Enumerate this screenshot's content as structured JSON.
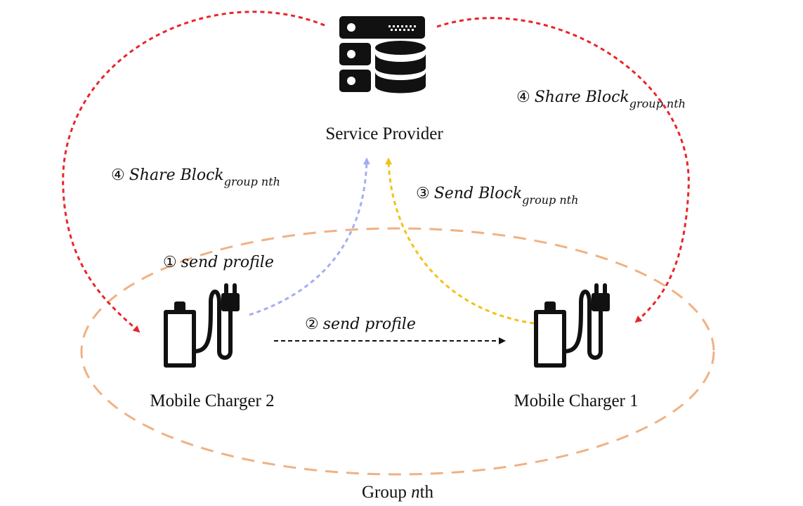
{
  "nodes": {
    "service_provider": {
      "label": "Service Provider",
      "icon": "server-database-icon"
    },
    "mobile_charger_2": {
      "label": "Mobile Charger 2",
      "icon": "mobile-charger-icon"
    },
    "mobile_charger_1": {
      "label": "Mobile Charger 1",
      "icon": "mobile-charger-icon"
    }
  },
  "group": {
    "label_prefix": "Group ",
    "label_italic": "n",
    "label_suffix": "th"
  },
  "steps": {
    "step1": {
      "marker": "①",
      "text": "send profile"
    },
    "step2": {
      "marker": "②",
      "text": "send profile"
    },
    "step3": {
      "marker": "③",
      "text": "Send Block",
      "subscript": "group nth"
    },
    "step4_left": {
      "marker": "④",
      "text": "Share Block",
      "subscript": "group nth"
    },
    "step4_right": {
      "marker": "④",
      "text": "Share Block",
      "subscript": "group nth"
    }
  },
  "colors": {
    "step1_arrow": "#a3aef0",
    "step2_arrow": "#111111",
    "step3_arrow": "#f2c21a",
    "step4_arrow": "#e8262a",
    "group_ellipse": "#f0b183",
    "icon": "#111111"
  }
}
